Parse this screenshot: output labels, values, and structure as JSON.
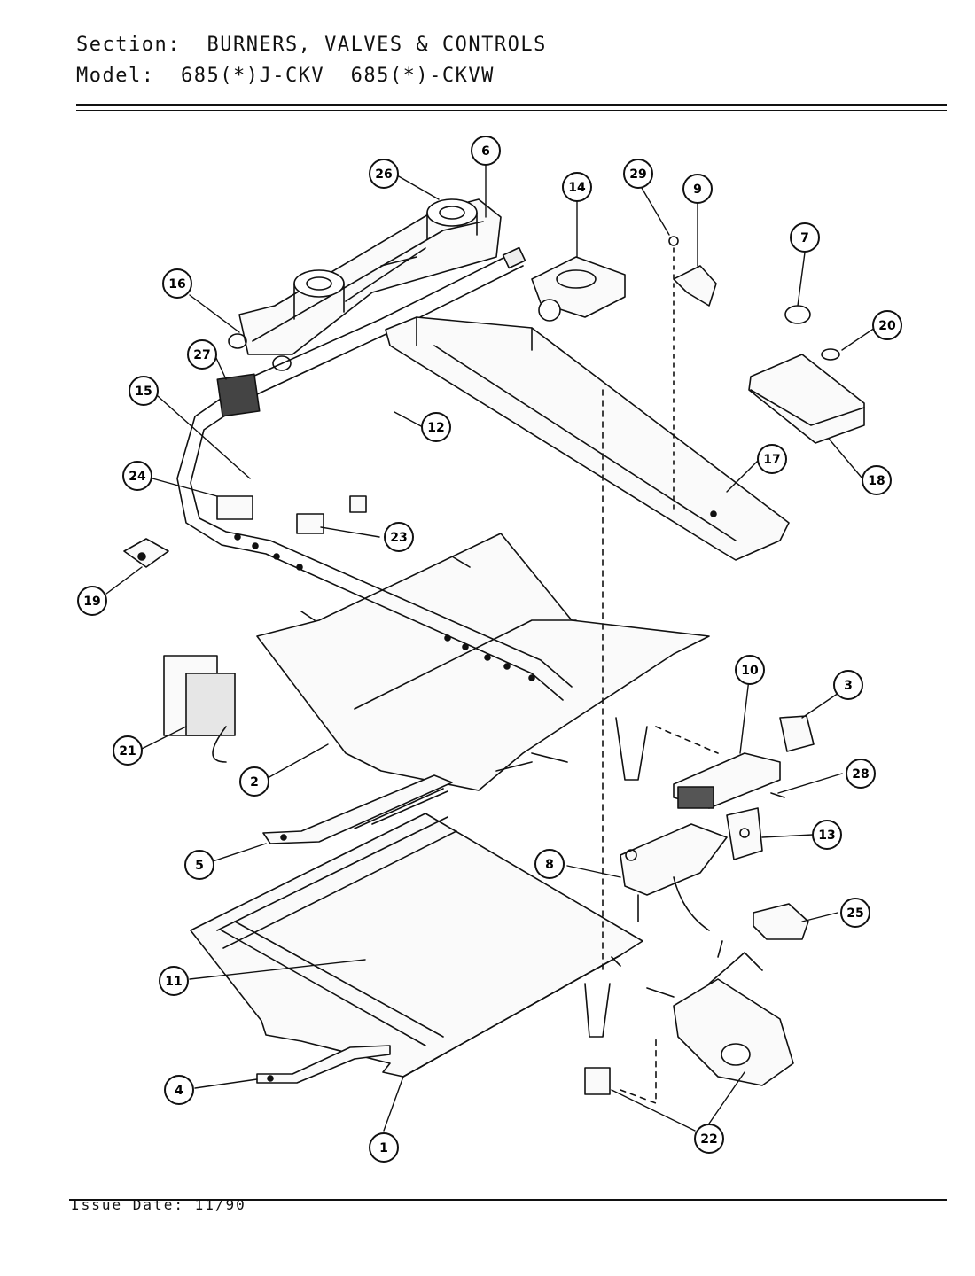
{
  "header": {
    "section_key": "Section:",
    "section_value": "BURNERS, VALVES & CONTROLS",
    "model_key": "Model:",
    "model_value": "685(*)J-CKV  685(*)-CKVW"
  },
  "footer": {
    "issue_date": "Issue Date: 11/90"
  },
  "callouts": [
    {
      "id": "1",
      "label": "1"
    },
    {
      "id": "2",
      "label": "2"
    },
    {
      "id": "3",
      "label": "3"
    },
    {
      "id": "4",
      "label": "4"
    },
    {
      "id": "5",
      "label": "5"
    },
    {
      "id": "6",
      "label": "6"
    },
    {
      "id": "7",
      "label": "7"
    },
    {
      "id": "8",
      "label": "8"
    },
    {
      "id": "9",
      "label": "9"
    },
    {
      "id": "10",
      "label": "10"
    },
    {
      "id": "11",
      "label": "11"
    },
    {
      "id": "12",
      "label": "12"
    },
    {
      "id": "13",
      "label": "13"
    },
    {
      "id": "14",
      "label": "14"
    },
    {
      "id": "15",
      "label": "15"
    },
    {
      "id": "16",
      "label": "16"
    },
    {
      "id": "17",
      "label": "17"
    },
    {
      "id": "18",
      "label": "18"
    },
    {
      "id": "19",
      "label": "19"
    },
    {
      "id": "20",
      "label": "20"
    },
    {
      "id": "21",
      "label": "21"
    },
    {
      "id": "22",
      "label": "22"
    },
    {
      "id": "23",
      "label": "23"
    },
    {
      "id": "24",
      "label": "24"
    },
    {
      "id": "25",
      "label": "25"
    },
    {
      "id": "26",
      "label": "26"
    },
    {
      "id": "27",
      "label": "27"
    },
    {
      "id": "28",
      "label": "28"
    },
    {
      "id": "29",
      "label": "29"
    }
  ]
}
